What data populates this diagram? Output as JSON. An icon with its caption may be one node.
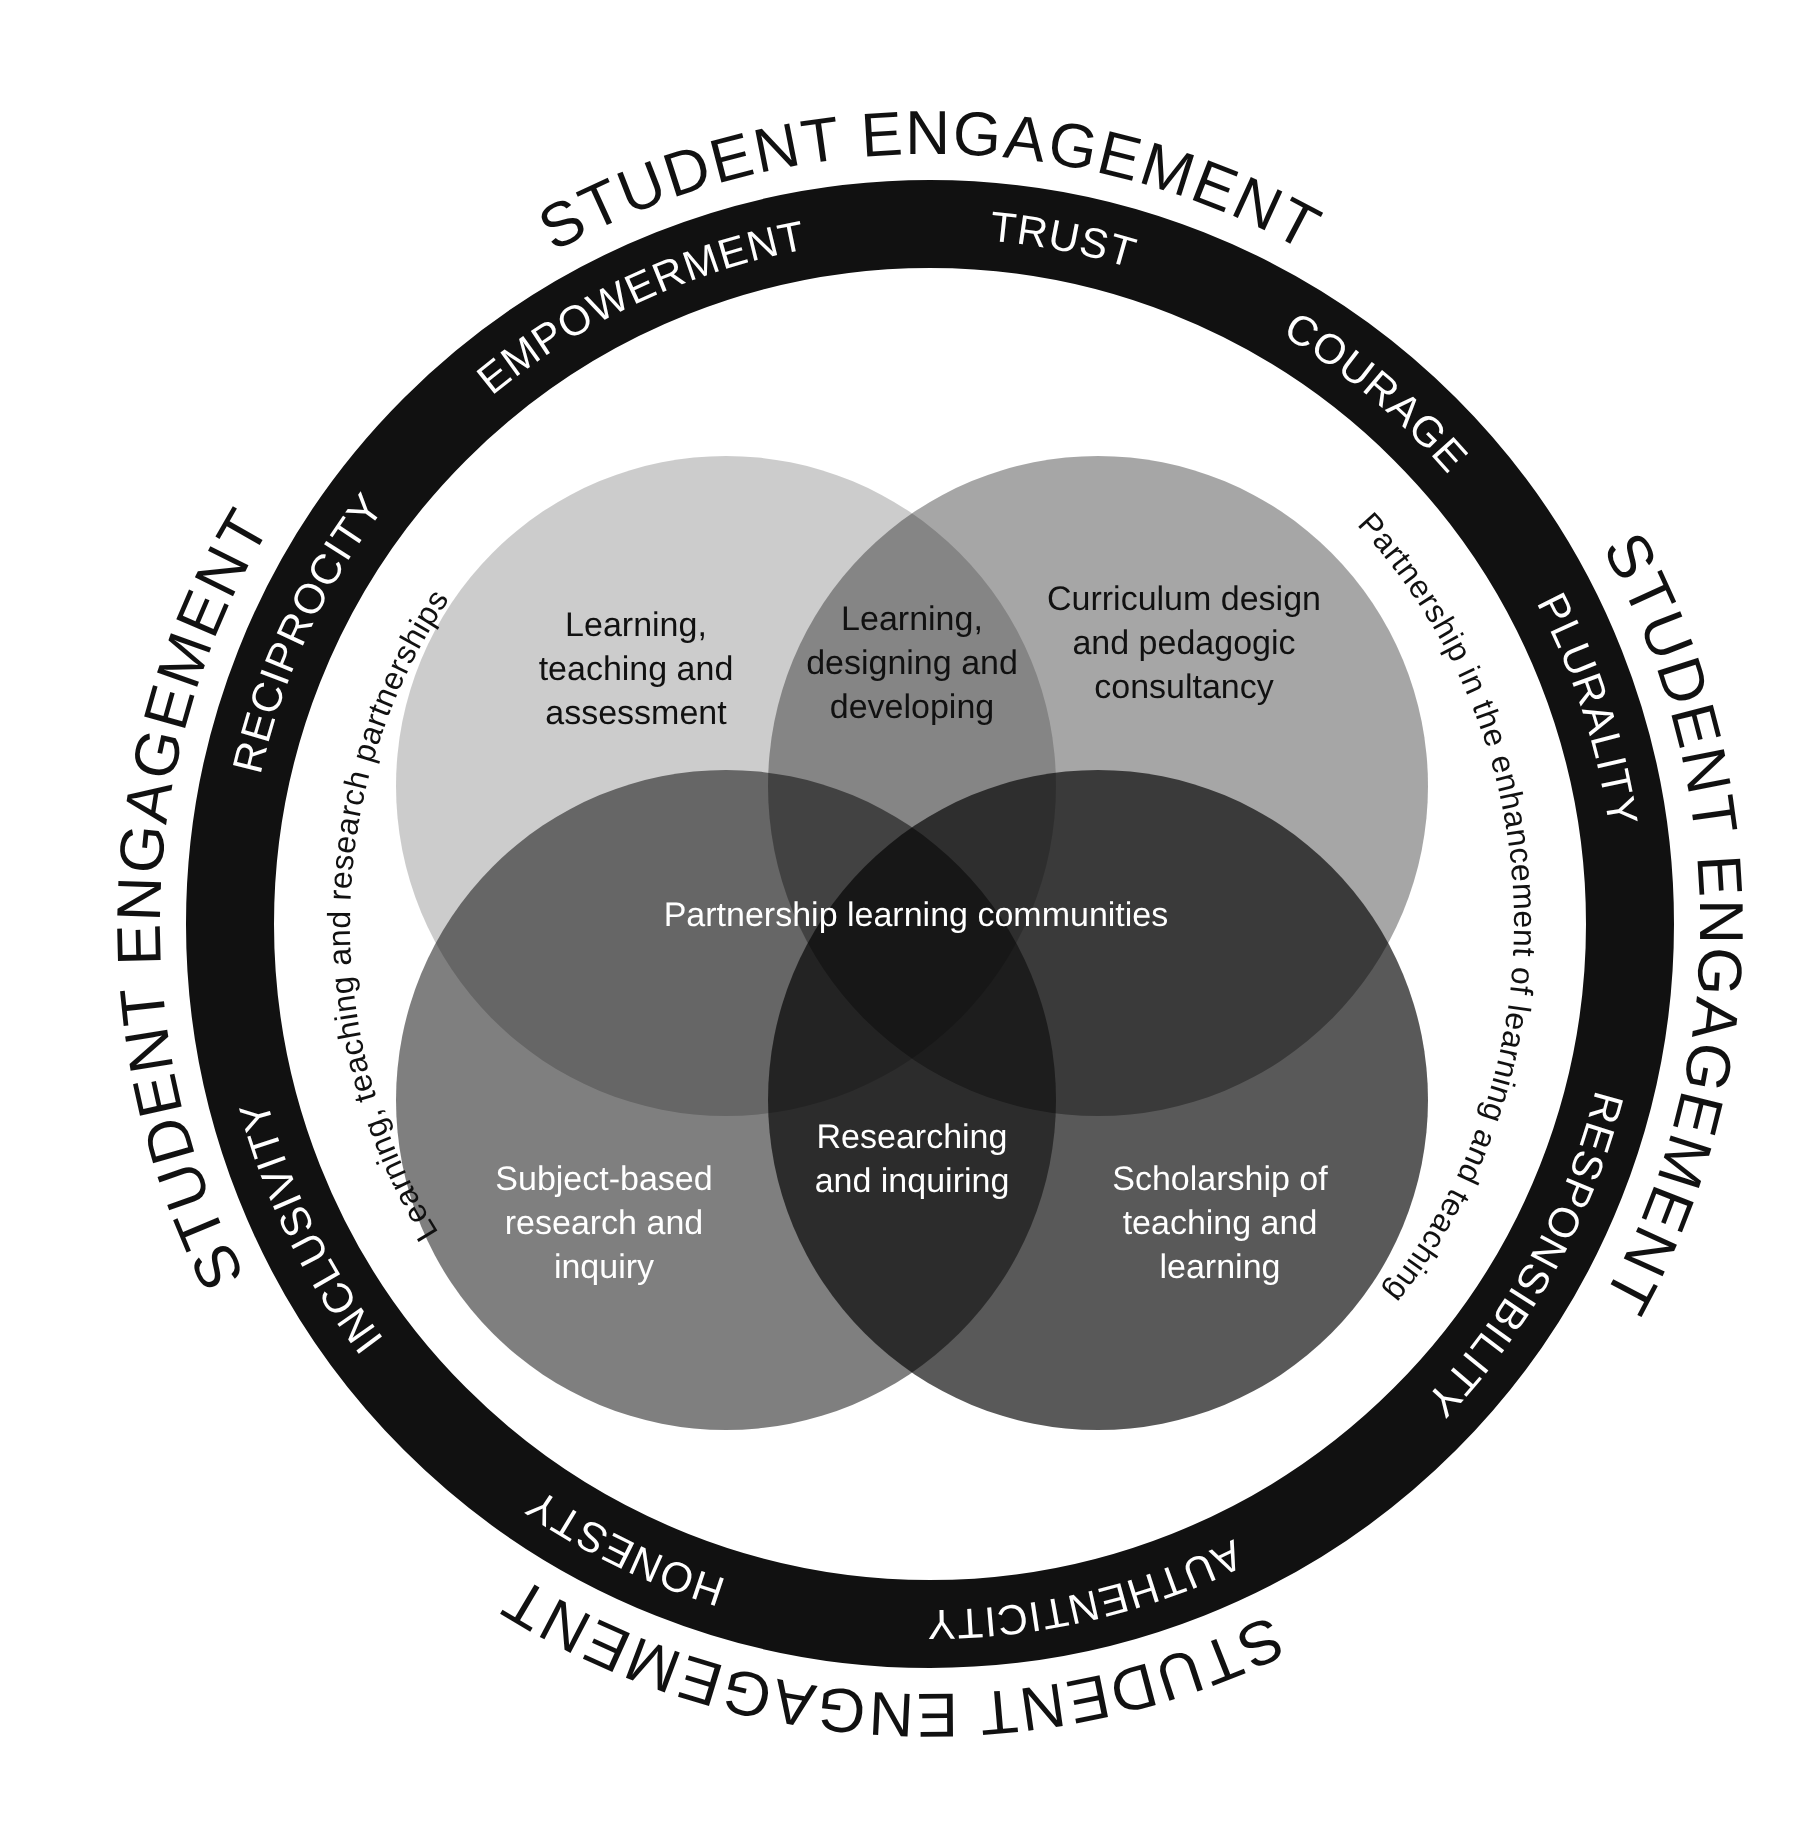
{
  "diagram": {
    "nodes": [
      {
        "text": [
          "EMPOWERMENT",
          "TRUST",
          "COURAGE",
          "RECIPROCITY",
          "PLURALITY",
          "INCLUSIVITY",
          "RESPONSIBILITY",
          "HONESTY",
          "AUTHENTICITY"
        ]
      },
      {
        "text": [
          "Learning, teaching and assessment"
        ],
        "in": 0
      },
      {
        "text": [
          "Curriculum design and pedagogic consultancy"
        ],
        "in": 0
      },
      {
        "text": [
          "Subject-based research and inquiry"
        ],
        "in": 0
      },
      {
        "text": [
          "Scholarship of teaching and learning"
        ],
        "in": 0
      }
    ],
    "labels": [
      "STUDENT ENGAGEMENT",
      "STUDENT ENGAGEMENT",
      "STUDENT ENGAGEMENT",
      "Learning, teaching and research partnerships",
      "Partnership in the enhancement of learning and teaching",
      "Learning, designing and developing",
      "Partnership learning communities",
      "Researching and inquiring",
      "STUDENT ENGAGEMENT"
    ]
  }
}
